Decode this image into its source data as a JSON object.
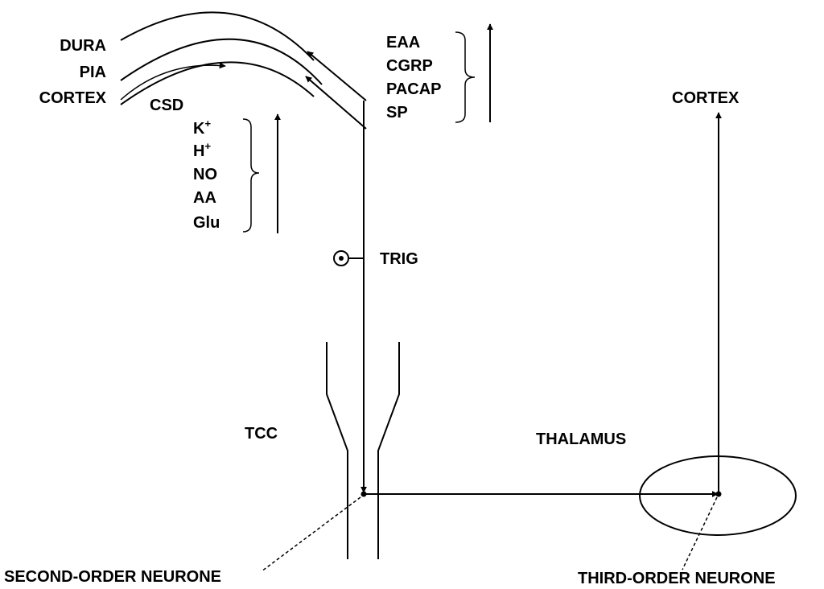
{
  "layers": {
    "dura": "DURA",
    "pia": "PIA",
    "cortex": "CORTEX"
  },
  "csd_label": "CSD",
  "csd_mediators": [
    {
      "base": "K",
      "sup": "+"
    },
    {
      "base": "H",
      "sup": "+"
    },
    {
      "base": "NO",
      "sup": ""
    },
    {
      "base": "AA",
      "sup": ""
    },
    {
      "base": "Glu",
      "sup": ""
    }
  ],
  "neuropeptides": [
    "EAA",
    "CGRP",
    "PACAP",
    "SP"
  ],
  "trig_label": "TRIG",
  "tcc_label": "TCC",
  "thalamus_label": "THALAMUS",
  "cortex_target_label": "CORTEX",
  "second_order_label": "SECOND-ORDER NEURONE",
  "third_order_label": "THIRD-ORDER NEURONE"
}
